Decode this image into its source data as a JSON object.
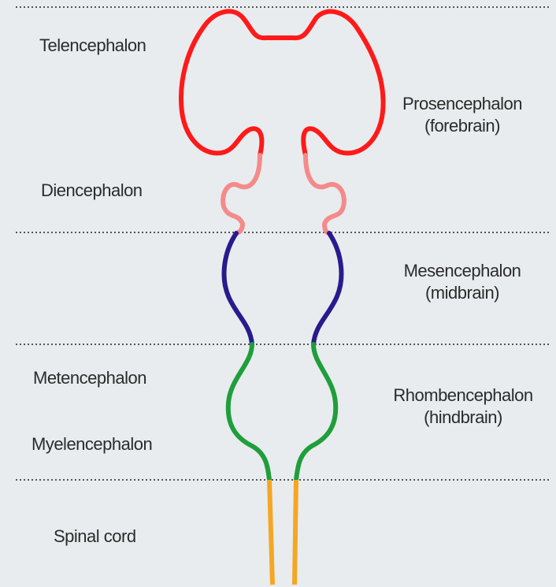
{
  "labels": {
    "telencephalon": "Telencephalon",
    "diencephalon": "Diencephalon",
    "prosencephalon": "Prosencephalon",
    "forebrain": "(forebrain)",
    "mesencephalon": "Mesencephalon",
    "midbrain": "(midbrain)",
    "metencephalon": "Metencephalon",
    "myelencephalon": "Myelencephalon",
    "rhombencephalon": "Rhombencephalon",
    "hindbrain": "(hindbrain)",
    "spinal_cord": "Spinal cord"
  },
  "colors": {
    "background": "#e8ecee",
    "telencephalon": "#ff1a1a",
    "diencephalon": "#f58a8a",
    "mesencephalon": "#2a1a8c",
    "rhombencephalon": "#1f9e3c",
    "spinal_cord": "#f5a623",
    "divider": "#555555"
  }
}
